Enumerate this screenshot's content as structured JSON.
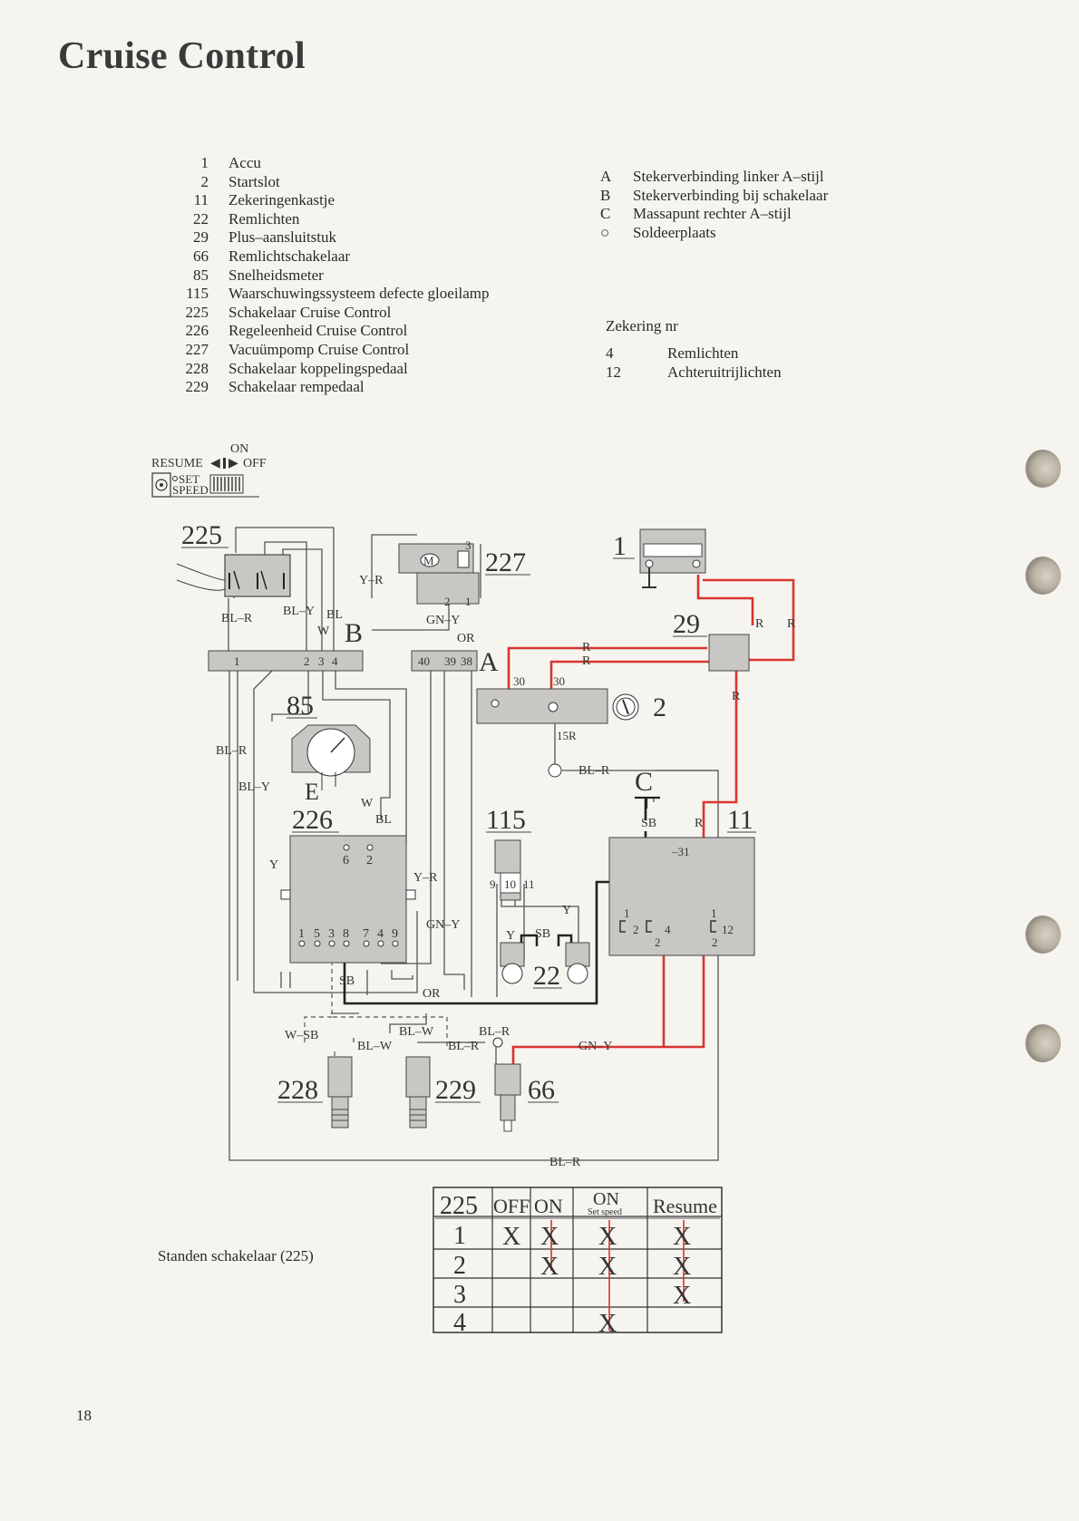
{
  "title": "Cruise Control",
  "legend": [
    {
      "num": "1",
      "label": "Accu"
    },
    {
      "num": "2",
      "label": "Startslot"
    },
    {
      "num": "11",
      "label": "Zekeringenkastje"
    },
    {
      "num": "22",
      "label": "Remlichten"
    },
    {
      "num": "29",
      "label": "Plus–aansluitstuk"
    },
    {
      "num": "66",
      "label": "Remlichtschakelaar"
    },
    {
      "num": "85",
      "label": "Snelheidsmeter"
    },
    {
      "num": "115",
      "label": "Waarschuwingssysteem defecte gloeilamp"
    },
    {
      "num": "225",
      "label": "Schakelaar Cruise Control"
    },
    {
      "num": "226",
      "label": "Regeleenheid Cruise Control"
    },
    {
      "num": "227",
      "label": "Vacuümpomp Cruise Control"
    },
    {
      "num": "228",
      "label": "Schakelaar koppelingspedaal"
    },
    {
      "num": "229",
      "label": "Schakelaar rempedaal"
    }
  ],
  "connectors": [
    {
      "key": "A",
      "label": "Stekerverbinding linker A–stijl"
    },
    {
      "key": "B",
      "label": "Stekerverbinding bij schakelaar"
    },
    {
      "key": "C",
      "label": "Massapunt rechter A–stijl"
    },
    {
      "key": "○",
      "label": "Soldeerplaats"
    }
  ],
  "fuses": {
    "title": "Zekering nr",
    "items": [
      {
        "num": "4",
        "label": "Remlichten"
      },
      {
        "num": "12",
        "label": "Achteruitrijlichten"
      }
    ]
  },
  "switch_icon": {
    "on": "ON",
    "resume": "RESUME",
    "off": "OFF",
    "set": "SET",
    "speed": "SPEED",
    "arrow_left": "◀",
    "arrow_right": "▶"
  },
  "component_labels": {
    "c225": "225",
    "c227": "227",
    "c1": "1",
    "c29": "29",
    "c2": "2",
    "c85": "85",
    "c226": "226",
    "c115": "115",
    "c11": "11",
    "c22": "22",
    "c228": "228",
    "c229": "229",
    "c66": "66",
    "conn_a": "A",
    "conn_b": "B",
    "conn_c": "C",
    "e": "E"
  },
  "connector_pins": {
    "b1": "1",
    "b2": "2",
    "b3": "3",
    "b4": "4",
    "a40": "40",
    "a39": "39",
    "a38": "38",
    "ign30a": "30",
    "ign30b": "30",
    "ign15": "15R",
    "p227_3": "3",
    "p227_2": "2",
    "p227_1": "1",
    "u226_6": "6",
    "u226_2": "2",
    "u226_b1": "1",
    "u226_b5": "5",
    "u226_b3": "3",
    "u226_b8": "8",
    "u226_b7": "7",
    "u226_b4": "4",
    "u226_b9": "9",
    "l115_9": "9",
    "l115_10": "10",
    "l115_11": "11",
    "f11_31": "–31",
    "f11_1a": "1",
    "f11_2a": "2",
    "f11_4": "4",
    "f11_2b": "2",
    "f11_1b": "1",
    "f11_12": "12",
    "f11_2c": "2"
  },
  "wire_labels": {
    "bl_r_1": "BL–R",
    "bl_y_1": "BL–Y",
    "bl_1": "BL",
    "w_1": "W",
    "y_r_1": "Y–R",
    "gn_y_1": "GN–Y",
    "or_1": "OR",
    "r_1": "R",
    "r_2": "R",
    "r_3": "R",
    "r_4": "R",
    "r_5": "R",
    "r_6": "R",
    "bl_r_2": "BL–R",
    "bl_y_2": "BL–Y",
    "w_2": "W",
    "bl_2": "BL",
    "y_1": "Y",
    "y_r_2": "Y–R",
    "gn_y_2": "GN–Y",
    "sb_1": "SB",
    "or_2": "OR",
    "y_2": "Y",
    "y_3": "Y",
    "sb_2": "SB",
    "sb_3": "SB",
    "w_sb": "W–SB",
    "bl_w_1": "BL–W",
    "bl_w_2": "BL–W",
    "bl_r_3": "BL–R",
    "bl_r_4": "BL–R",
    "gn_y_3": "GN–Y",
    "bl_r_5": "BL–R",
    "bl_r_6": "BL–R"
  },
  "switch_table": {
    "headers": [
      "225",
      "OFF",
      "ON",
      "ON",
      "Resume"
    ],
    "subheader": "Set speed",
    "rows": [
      {
        "pos": "1",
        "marks": [
          "X",
          "X",
          "X",
          "X"
        ]
      },
      {
        "pos": "2",
        "marks": [
          "",
          "X",
          "X",
          "X"
        ]
      },
      {
        "pos": "3",
        "marks": [
          "",
          "",
          "",
          "X"
        ]
      },
      {
        "pos": "4",
        "marks": [
          "",
          "",
          "X",
          ""
        ]
      }
    ]
  },
  "switch_caption": "Standen schakelaar (225)",
  "page_number": "18",
  "colors": {
    "wire": "#555555",
    "power_wire": "#d8352f",
    "component_fill": "#c9c7c4",
    "ground_wire": "#222222"
  }
}
